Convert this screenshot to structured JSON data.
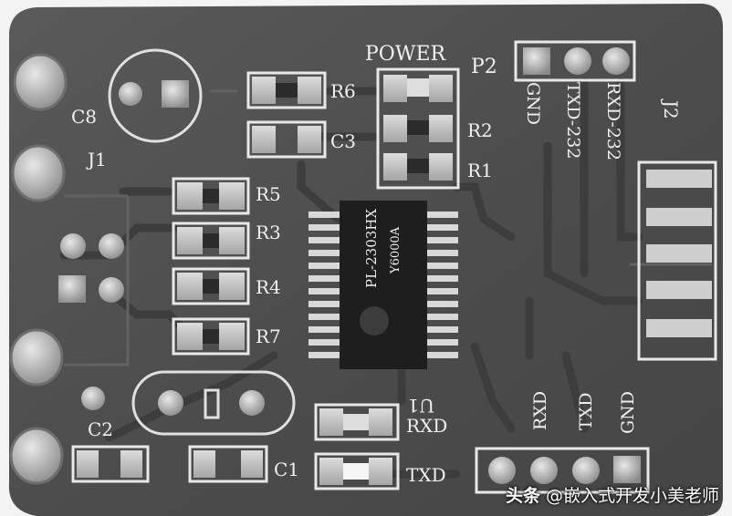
{
  "labels": {
    "power": "POWER",
    "p2": "P2",
    "c8": "C8",
    "j1": "J1",
    "r6": "R6",
    "c3": "C3",
    "r2": "R2",
    "r1": "R1",
    "r5": "R5",
    "r3": "R3",
    "r4": "R4",
    "r7": "R7",
    "c2": "C2",
    "c1": "C1",
    "u1": "U1",
    "j2": "J2",
    "gnd_top": "GND",
    "txd_232": "TXD-232",
    "rxd_232": "RXD-232",
    "rxd_mid": "RXD",
    "txd_bottom": "TXD",
    "rxd_vert": "RXD",
    "txd_vert": "TXD",
    "gnd_vert": "GND",
    "chip_line1": "PL-2303HX",
    "chip_line2": "Y6000A"
  },
  "watermark": {
    "platform": "头条",
    "author": "@嵌入式开发小美老师"
  }
}
